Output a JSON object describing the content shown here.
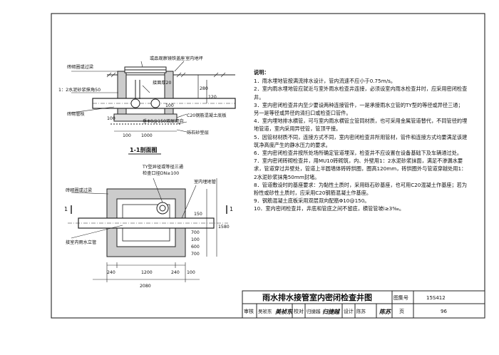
{
  "drawing": {
    "section_title": "1-1剖面图",
    "section_labels": {
      "cover": "或品观察镜铁盖座",
      "indoor_floor": "室内地坪",
      "frame_label": "砖砌圈或过梁",
      "mortar": "1：2水泥砂浆抹角50",
      "brick_well": "砖砌管枝",
      "flange": "接面厚20",
      "dim_280": "280",
      "dim_120": "120",
      "dim_100a": "100",
      "dim_100b": "100",
      "dim_100c": "100",
      "dim_1000": "1000",
      "rebar": "垂Φ8@150双层双向",
      "c20": "C20钢筋混凝土底板",
      "gravel": "砾石砂垫层"
    },
    "plan_labels": {
      "tv_pipe": "TY型异径或等径三通",
      "port": "检查口径DN≥100",
      "indoor_pipe": "室内埋地管",
      "frame_label": "砖砌圈或过梁",
      "vertical_pipe": "接室内雨水立管",
      "marker_left": "1",
      "marker_right": "1",
      "dim_150": "150",
      "dim_700a": "700",
      "dim_100": "100",
      "dim_600": "600",
      "dim_700b": "700",
      "dim_1580": "1580",
      "dim_240a": "240",
      "dim_1200": "1200",
      "dim_240b": "240",
      "dim_100b": "100",
      "dim_2080": "2080"
    }
  },
  "notes": {
    "title": "说明：",
    "items": [
      "1．雨水埋地管按满流排水设计，管内流速不应小于0.75m/s。",
      "2．室内雨水埋地管应就近与室外雨水检查井连接，必须设室内雨水检查井时，应采用密闭检查井。",
      "3．室内密闭检查井内至少要设两种连接管件，一是承接雨水立管的TY型的等径或异径三通；另一是等径或异径的清扫口或检查口管件。",
      "4．室内埋地排水横管，可与室内雨水横管立管同材质，也可采用金属管道替代，不同管径的埋地管道，室内采用异径管，管顶平接。",
      "5．因管材材质不同，连接方式不同，室内密闭检查井所用管材，管件和连接方式均要满足该建筑净高度产生的静水压力的要求。",
      "6．室内密闭检查井按所处场所确定管道埋深，检查井不应设置在设备基础下及车辆通过处。",
      "7．室内密闭砖砌检查井，用MU10砖砌筑，内、外壁用1：2水泥砂浆抹面，满足不渗漏水要求，管道穿过井壁处，管道上半圆墙体砖砖拱圈，圈高120mm，砖拱圈外与管道穿越处用1：2水泥砂浆抹角50mm封堵。",
      "8．管道敷设时的基座要求：为黏性土质时，采用砾石砂基座，也可用C20混凝土作基座；若为粉性或砂性土质时，应采用C20钢筋混凝土作基座。",
      "9．钢筋混凝土底板采用双层双向配筋Φ10@150。",
      "10．室内密闭检查井，井底和管底之间不留底，横管管坡i≥3‰。"
    ]
  },
  "title_block": {
    "title": "雨水排水接管室内密闭检查井图",
    "atlas_label": "图集号",
    "atlas_no": "15S412",
    "review_label": "审核",
    "reviewer": "吴祯东",
    "reviewer_sign": "美祯东",
    "check_label": "校对",
    "checker": "归捷越",
    "checker_sign": "归捷越",
    "design_label": "设计",
    "designer": "陈苏",
    "designer_sign": "陈苏",
    "page_label": "页",
    "page_no": "96"
  }
}
